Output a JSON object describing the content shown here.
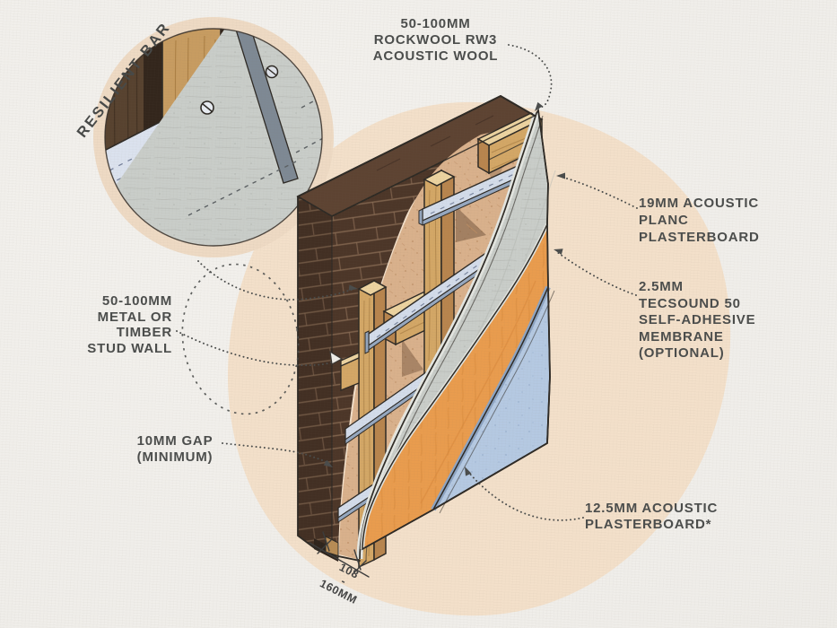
{
  "detail_callout": {
    "label": "RESILIENT BAR"
  },
  "labels": {
    "rockwool": {
      "lines": [
        "50-100MM",
        "ROCKWOOL RW3",
        "ACOUSTIC WOOL"
      ]
    },
    "planc": {
      "lines": [
        "19MM ACOUSTIC",
        "PLANC",
        "PLASTERBOARD"
      ]
    },
    "tecsound": {
      "lines": [
        "2.5MM",
        "TECSOUND 50",
        "SELF-ADHESIVE",
        "MEMBRANE",
        "(OPTIONAL)"
      ]
    },
    "stud_wall": {
      "lines": [
        "50-100MM",
        "METAL OR",
        "TIMBER",
        "STUD WALL"
      ]
    },
    "gap": {
      "lines": [
        "10MM GAP",
        "(MINIMUM)"
      ]
    },
    "board125": {
      "lines": [
        "12.5MM ACOUSTIC",
        "PLASTERBOARD*"
      ]
    }
  },
  "dimension": {
    "lines": [
      "108",
      "-",
      "160MM"
    ]
  },
  "palette": {
    "paper": "#f0eeea",
    "blob": "#f3e0ca",
    "ring": "#eedac4",
    "ink": "#2e2a25",
    "text": "#4b4d4c",
    "brick": "#4c3628",
    "brick_top": "#5d4332",
    "mortar": "#8f7058",
    "timber": "#d3a766",
    "timber_dark": "#b8854e",
    "timber_light": "#ecd3a0",
    "rockwool": "#d9b18c",
    "bar": "#d3dcea",
    "bar_shadow": "#96a8c0",
    "planc": "#c9cdc9",
    "planc_edge": "#e3e5e0",
    "tecsound": "#e99c4e",
    "board": "#b5c9e2",
    "board_edge": "#8da4c2"
  }
}
